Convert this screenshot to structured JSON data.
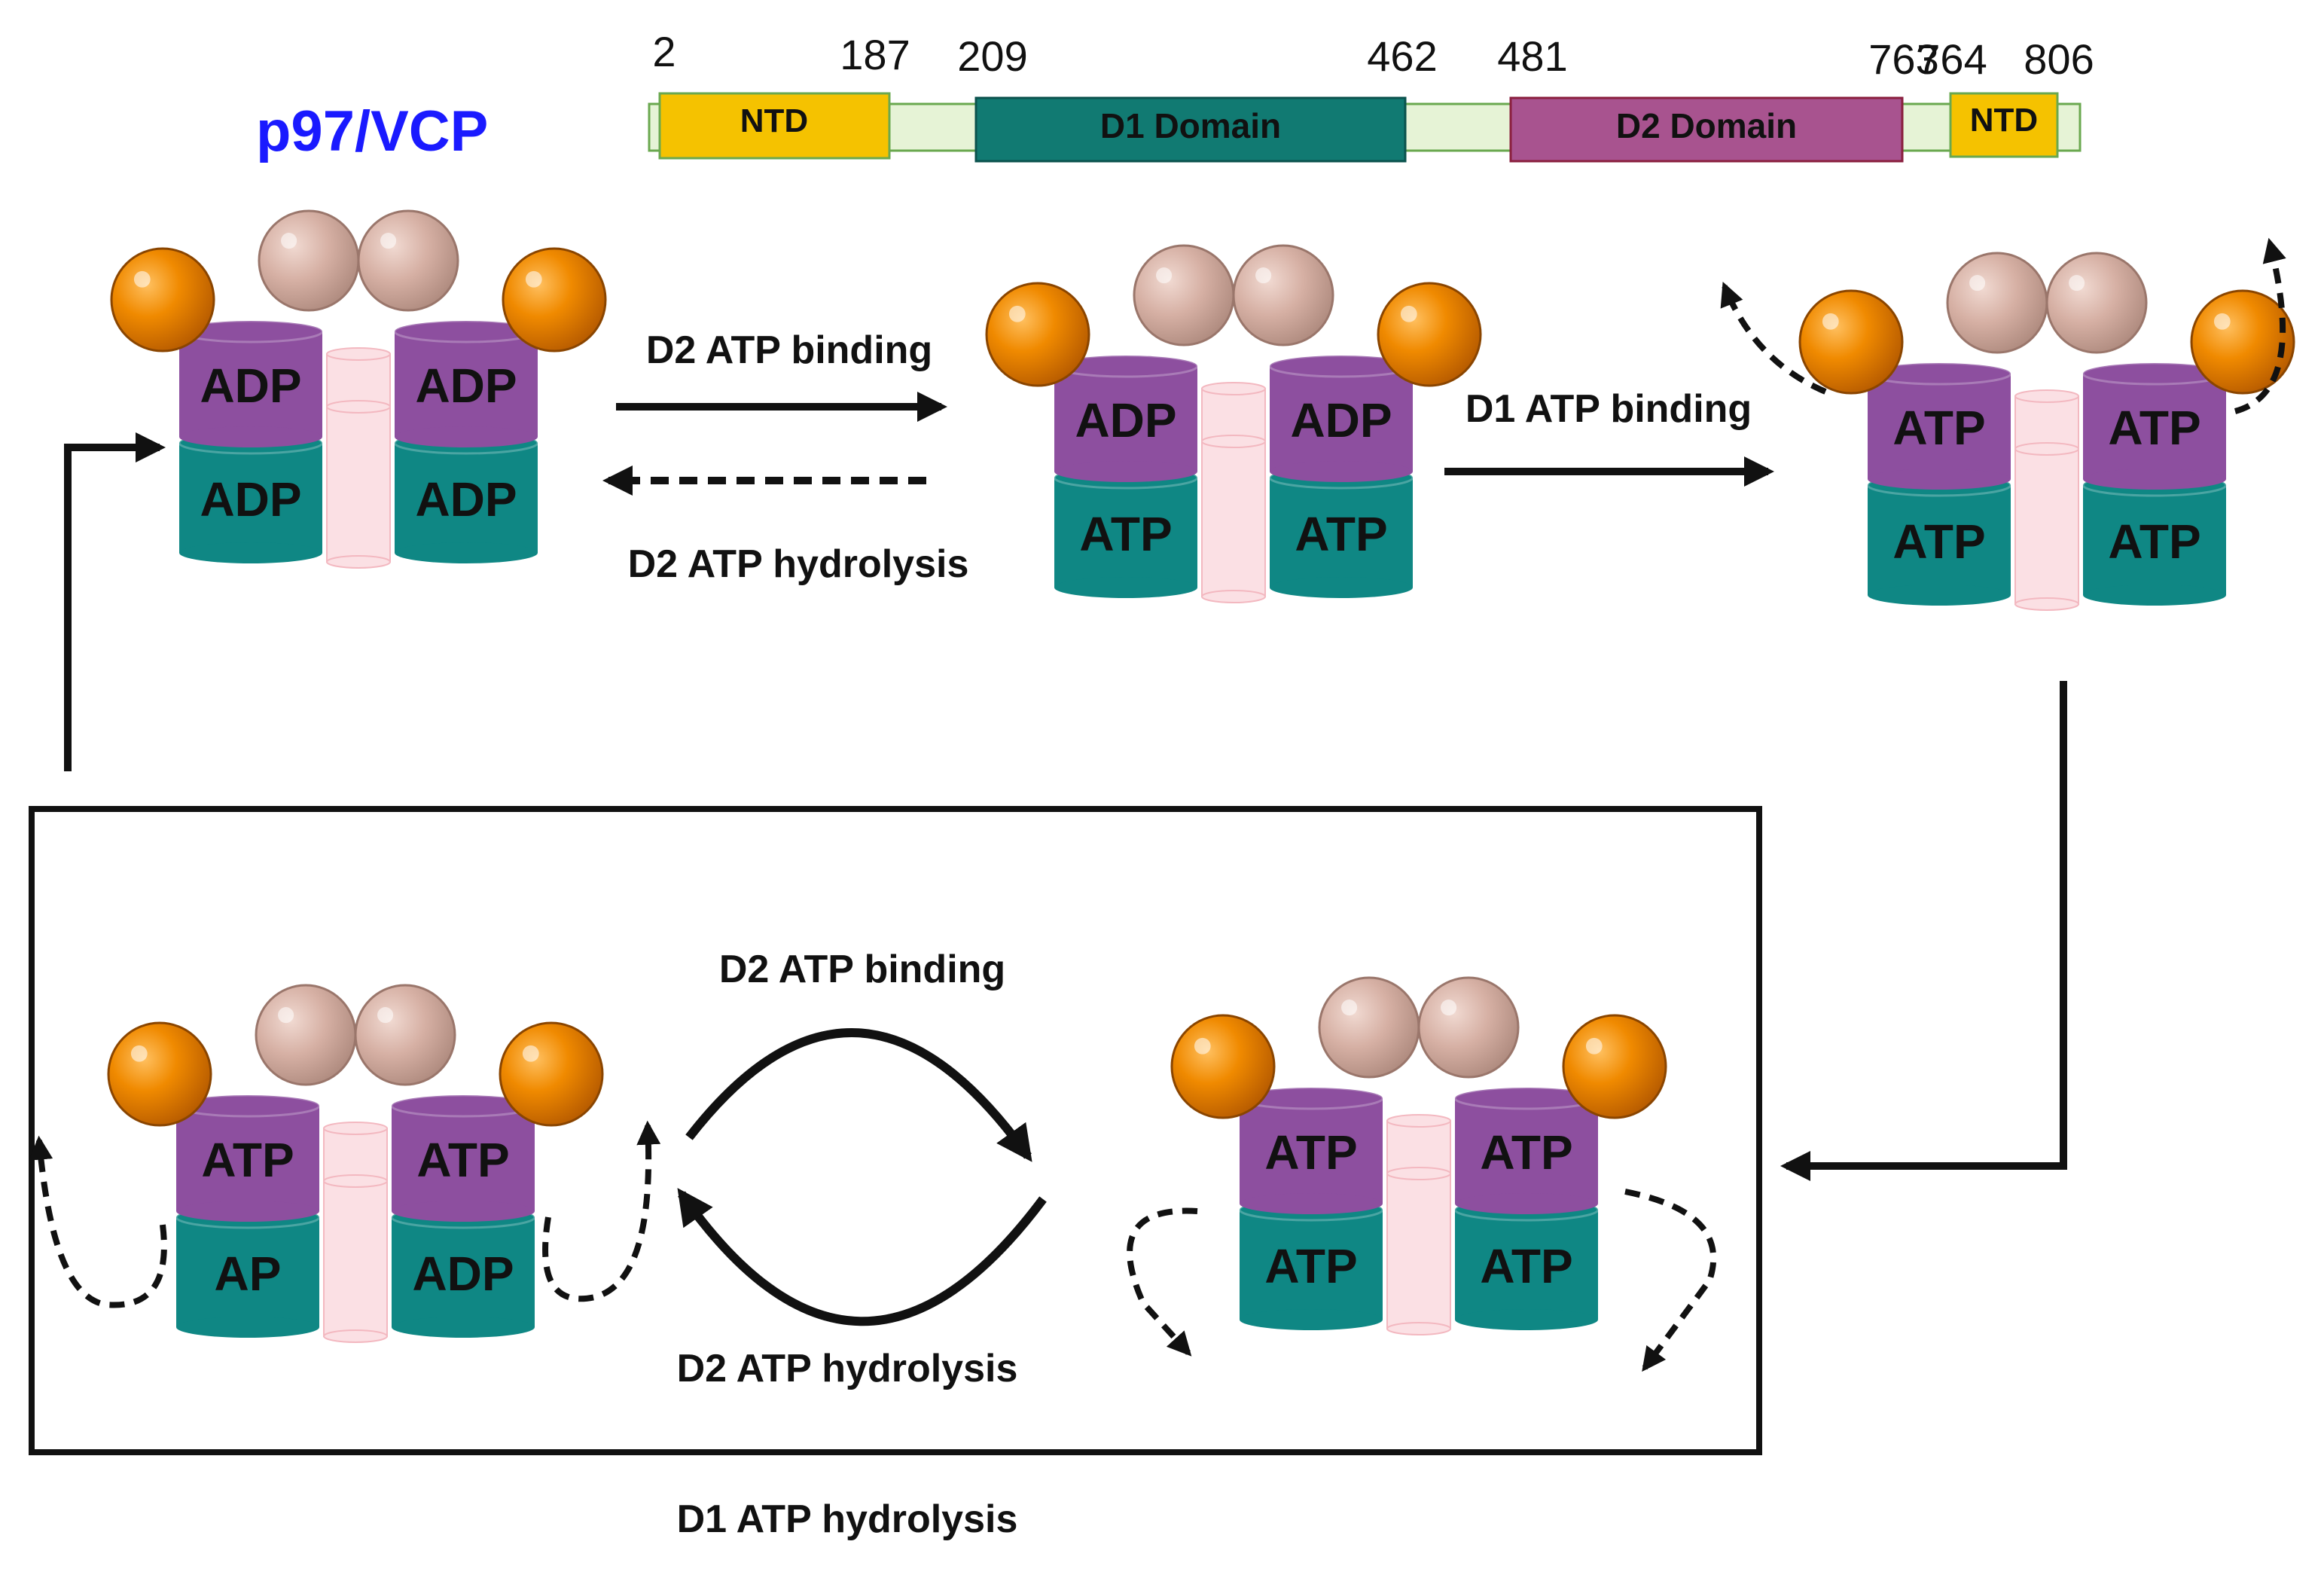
{
  "title": "p97/VCP",
  "domain_map": {
    "positions": [
      "2",
      "187",
      "209",
      "462",
      "481",
      "763",
      "764",
      "806"
    ],
    "segments": [
      {
        "label": "NTD",
        "color": "#f5c200"
      },
      {
        "label": "D1 Domain",
        "color": "#117a72"
      },
      {
        "label": "D2 Domain",
        "color": "#a8538f"
      },
      {
        "label": "NTD",
        "color": "#f5c200"
      }
    ],
    "linker_color": "#e6f3d6"
  },
  "states": [
    {
      "d1": [
        "ADP",
        "ADP"
      ],
      "d2": [
        "ADP",
        "ADP"
      ]
    },
    {
      "d1": [
        "ADP",
        "ADP"
      ],
      "d2": [
        "ATP",
        "ATP"
      ]
    },
    {
      "d1": [
        "ATP",
        "ATP"
      ],
      "d2": [
        "ATP",
        "ATP"
      ]
    },
    {
      "d1": [
        "ATP",
        "ATP"
      ],
      "d2": [
        "AP",
        "ADP"
      ]
    },
    {
      "d1": [
        "ATP",
        "ATP"
      ],
      "d2": [
        "ATP",
        "ATP"
      ]
    }
  ],
  "arrows": {
    "d2_binding_top": "D2 ATP binding",
    "d2_hydrolysis_top": "D2 ATP hydrolysis",
    "d1_binding": "D1 ATP binding",
    "d2_binding_cycle": "D2 ATP binding",
    "d2_hydrolysis_cycle": "D2 ATP hydrolysis",
    "d1_hydrolysis": "D1 ATP hydrolysis"
  },
  "colors": {
    "title": "#1a1aff",
    "d1_cylinder": "#8d4f9f",
    "d2_cylinder": "#0f8784",
    "pore": "#fbe0e4",
    "n_domain": "#f08a00",
    "substrate": "#d8b0a3"
  }
}
